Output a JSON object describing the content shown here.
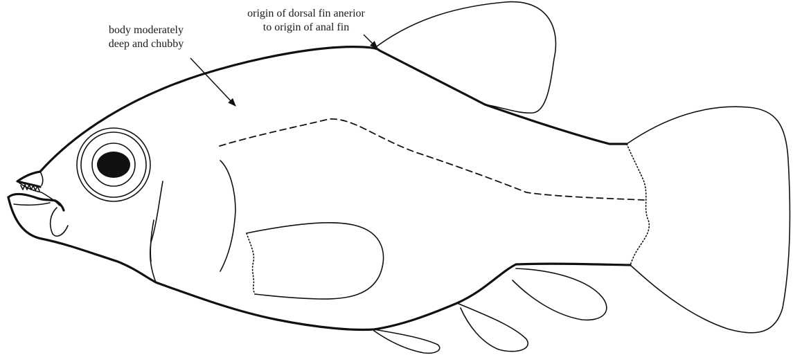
{
  "annotations": {
    "body": {
      "line1": "body moderately",
      "line2": "deep and chubby"
    },
    "dorsal": {
      "line1": "origin of dorsal fin anerior",
      "line2": "to origin of anal fin"
    }
  }
}
